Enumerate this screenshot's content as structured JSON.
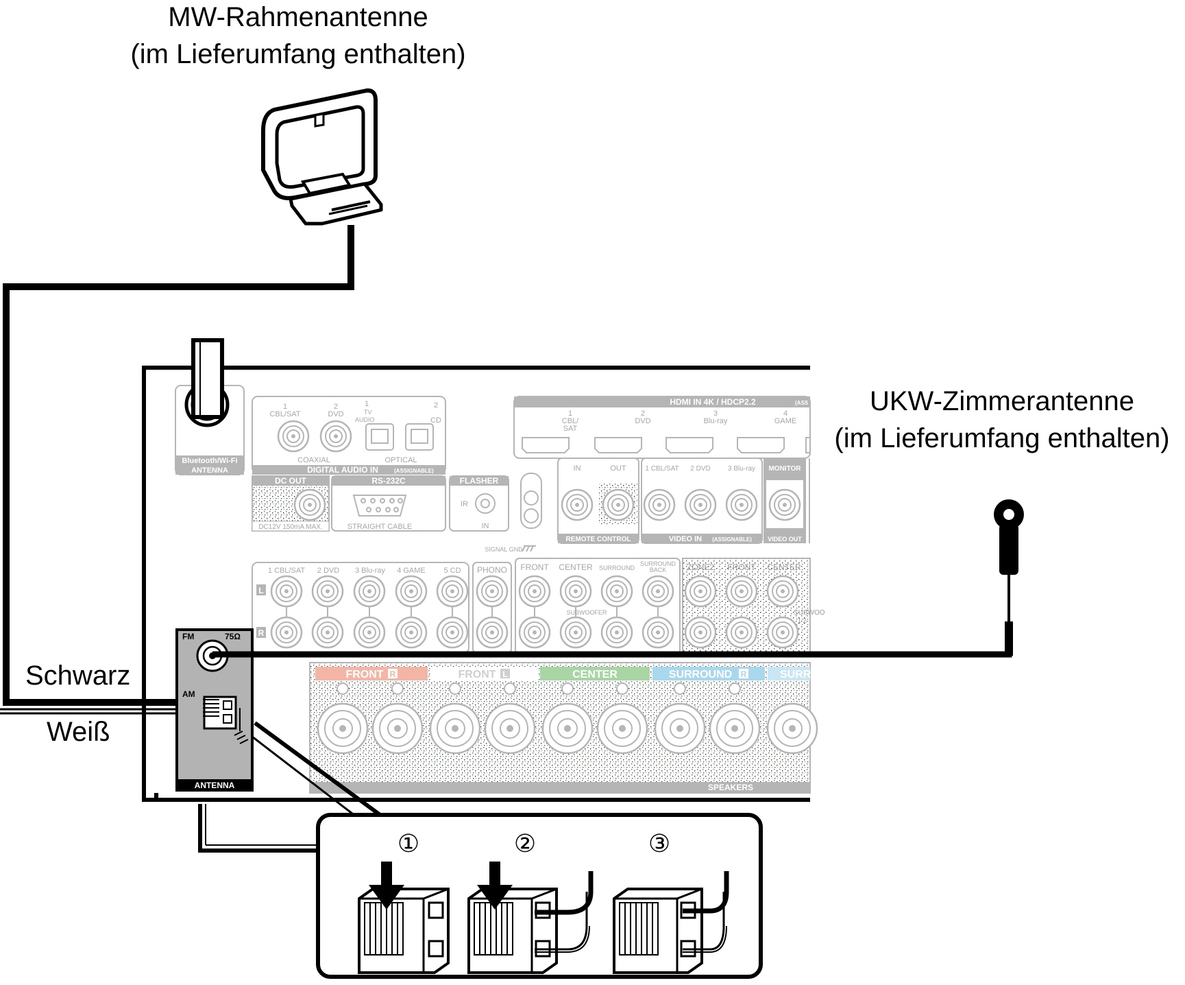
{
  "labels": {
    "am_antenna_title": "MW-Rahmenantenne",
    "am_antenna_note": "(im Lieferumfang enthalten)",
    "fm_antenna_title": "UKW-Zimmerantenne",
    "fm_antenna_note": "(im Lieferumfang enthalten)",
    "wire_black": "Schwarz",
    "wire_white": "Weiß"
  },
  "antenna_terminal": {
    "fm": "FM",
    "ohm": "75Ω",
    "am": "AM",
    "title": "ANTENNA"
  },
  "bt_antenna": {
    "line1": "Bluetooth/Wi-Fi",
    "line2": "ANTENNA"
  },
  "digital_audio": {
    "in1_num": "1",
    "in1": "CBL/SAT",
    "in2_num": "2",
    "in2": "DVD",
    "in3_num": "1",
    "in3a": "TV",
    "in3b": "AUDIO",
    "in4_num": "2",
    "in4": "CD",
    "coaxial": "COAXIAL",
    "optical": "OPTICAL",
    "title": "DIGITAL AUDIO IN",
    "assignable": "(ASSIGNABLE)"
  },
  "dc_out": {
    "title": "DC OUT",
    "spec": "DC12V 150mA MAX."
  },
  "rs232c": {
    "title": "RS-232C",
    "cable": "STRAIGHT CABLE"
  },
  "flasher": {
    "title": "FLASHER",
    "ir": "IR",
    "in": "IN"
  },
  "signal_gnd": "SIGNAL GND",
  "hdmi": {
    "title": "HDMI IN   4K / HDCP2.2",
    "assignable_cut": "(ASS",
    "in1_num": "1",
    "in1a": "CBL/",
    "in1b": "SAT",
    "in2_num": "2",
    "in2": "DVD",
    "in3_num": "3",
    "in3": "Blu-ray",
    "in4_num": "4",
    "in4": "GAME"
  },
  "remote": {
    "in": "IN",
    "out": "OUT",
    "title": "REMOTE CONTROL"
  },
  "video_in": {
    "in1": "1 CBL/SAT",
    "in2": "2 DVD",
    "in3": "3 Blu-ray",
    "title": "VIDEO IN",
    "assignable": "(ASSIGNABLE)"
  },
  "monitor": {
    "title": "MONITOR",
    "out": "VIDEO OUT"
  },
  "audio_in": {
    "in1": "1 CBL/SAT",
    "in2": "2 DVD",
    "in3": "3 Blu-ray",
    "in4": "4 GAME",
    "in5": "5 CD",
    "phono": "PHONO",
    "left": "L",
    "right": "R"
  },
  "pre_out": {
    "front": "FRONT",
    "center": "CENTER",
    "surround": "SURROUND",
    "surround_back_a": "SURROUND",
    "surround_back_b": "BACK",
    "subwoofer": "SUBWOOFER"
  },
  "zone2": {
    "title": "ZONE2",
    "front": "FRONT",
    "center": "CENTER",
    "subwoofer_cut": "SUBWOO",
    "sub_nums": "1  2"
  },
  "speakers": {
    "front_r": "FRONT",
    "front_l": "FRONT",
    "center": "CENTER",
    "surround_r": "SURROUND",
    "surround_cut": "SURR",
    "r_mark": "R",
    "l_mark": "L",
    "title": "SPEAKERS"
  },
  "steps": {
    "s1": "①",
    "s2": "②",
    "s3": "③"
  },
  "colors": {
    "front_bar": "#f2b5a6",
    "front_l_bar": "#cfcfcf",
    "center_bar": "#a9d5a5",
    "surround_bar": "#a9d8ee",
    "surround2_bar": "#c8e6f3",
    "panel_gray": "#b5b5b5",
    "antenna_block": "#b3b3b3"
  }
}
